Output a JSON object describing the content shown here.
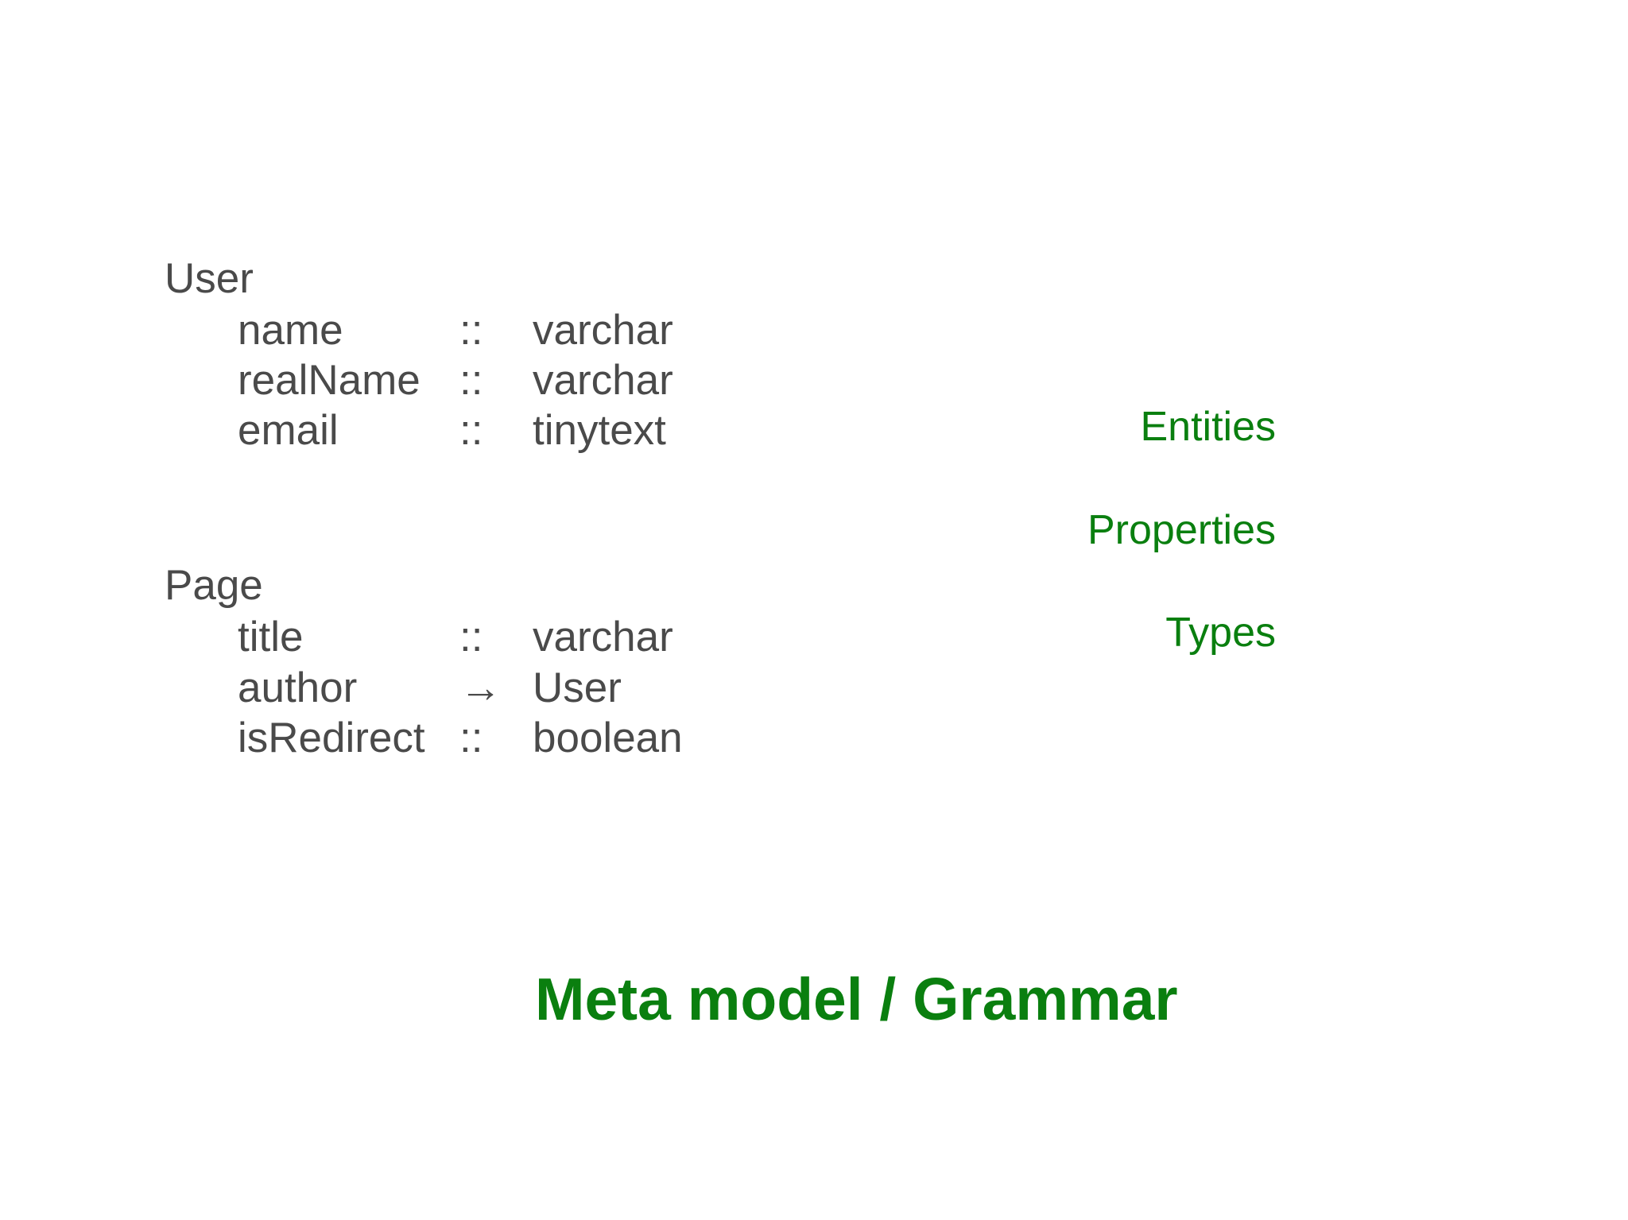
{
  "slide": {
    "title": "Meta model / Grammar",
    "colors": {
      "text": "#4a4a4a",
      "accent": "#0a7f0f",
      "background": "#ffffff"
    },
    "legend": [
      {
        "label": "Entities"
      },
      {
        "label": "Properties"
      },
      {
        "label": "Types"
      }
    ],
    "entities": [
      {
        "name": "User",
        "properties": [
          {
            "name": "name",
            "separator": "::",
            "type": "varchar"
          },
          {
            "name": "realName",
            "separator": "::",
            "type": "varchar"
          },
          {
            "name": "email",
            "separator": "::",
            "type": "tinytext"
          }
        ]
      },
      {
        "name": "Page",
        "properties": [
          {
            "name": "title",
            "separator": "::",
            "type": "varchar"
          },
          {
            "name": "author",
            "separator": "→",
            "type": "User"
          },
          {
            "name": "isRedirect",
            "separator": "::",
            "type": "boolean"
          }
        ]
      }
    ]
  }
}
